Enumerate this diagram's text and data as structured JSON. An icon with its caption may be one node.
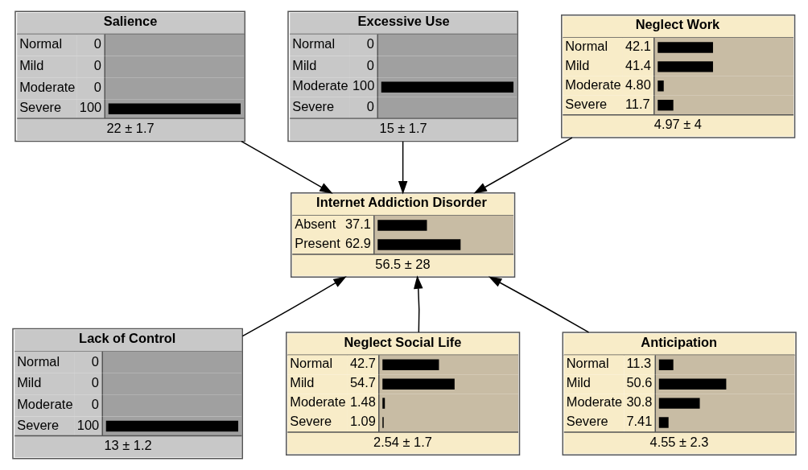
{
  "diagram": {
    "nodes": [
      {
        "text": [
          "Salience",
          "Normal",
          "0",
          "Mild",
          "0",
          "Moderate",
          "0",
          "Severe",
          "100",
          "22 ± 1.7"
        ]
      },
      {
        "text": [
          "Excessive Use",
          "Normal",
          "0",
          "Mild",
          "0",
          "Moderate",
          "100",
          "Severe",
          "0",
          "15 ± 1.7"
        ]
      },
      {
        "text": [
          "Neglect Work",
          "Normal",
          "42.1",
          "Mild",
          "41.4",
          "Moderate",
          "4.80",
          "Severe",
          "11.7",
          "4.97 ± 4"
        ]
      },
      {
        "text": [
          "Internet Addiction Disorder",
          "Absent",
          "37.1",
          "Present",
          "62.9",
          "56.5 ± 28"
        ]
      },
      {
        "text": [
          "Lack of Control",
          "Normal",
          "0",
          "Mild",
          "0",
          "Moderate",
          "0",
          "Severe",
          "100",
          "13 ± 1.2"
        ]
      },
      {
        "text": [
          "Neglect Social Life",
          "Normal",
          "42.7",
          "Mild",
          "54.7",
          "Moderate",
          "1.48",
          "Severe",
          "1.09",
          "2.54 ± 1.7"
        ]
      },
      {
        "text": [
          "Anticipation",
          "Normal",
          "11.3",
          "Mild",
          "50.6",
          "Moderate",
          "30.8",
          "Severe",
          "7.41",
          "4.55 ± 2.3"
        ]
      }
    ],
    "edges": [
      {
        "from": 0,
        "to": 3,
        "arrow": "to"
      },
      {
        "from": 1,
        "to": 3,
        "arrow": "to"
      },
      {
        "from": 2,
        "to": 3,
        "arrow": "to"
      },
      {
        "from": 4,
        "to": 3,
        "arrow": "to"
      },
      {
        "from": 5,
        "to": 3,
        "arrow": "to"
      },
      {
        "from": 6,
        "to": 3,
        "arrow": "to"
      }
    ]
  }
}
